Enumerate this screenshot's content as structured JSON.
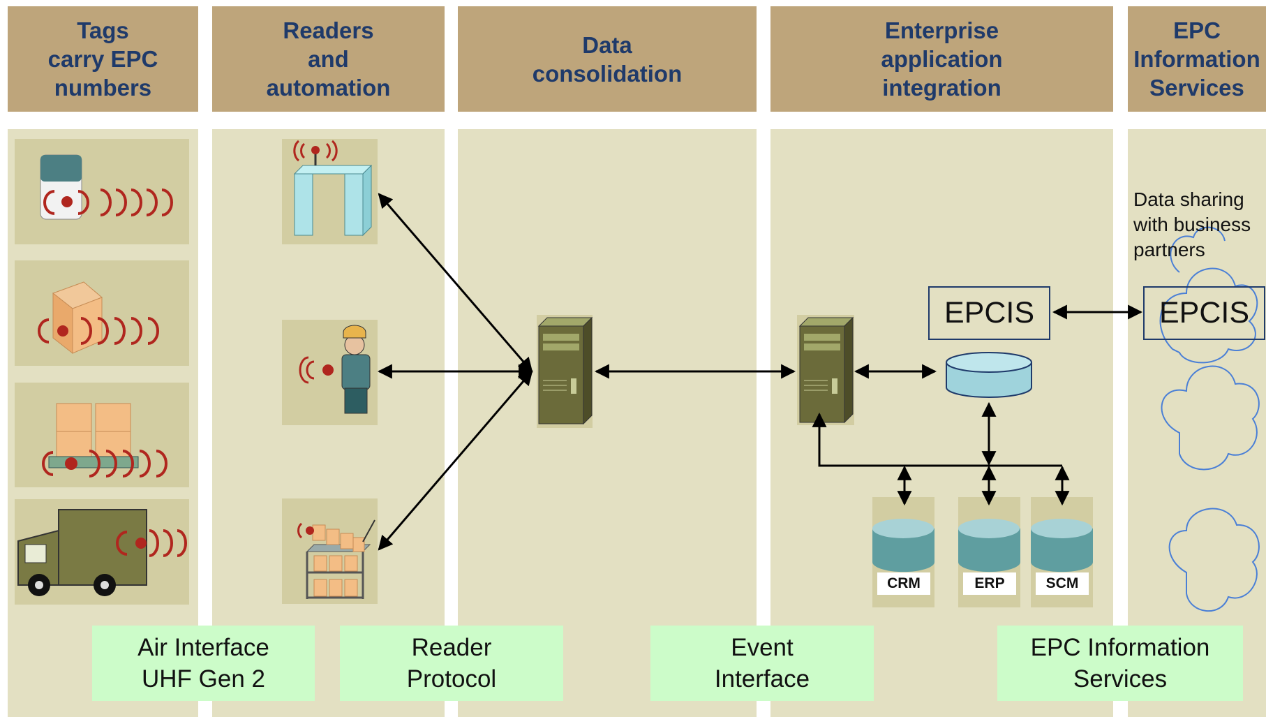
{
  "headers": [
    "Tags\ncarry EPC\nnumbers",
    "Readers\nand\nautomation",
    "Data\nconsolidation\n ",
    "Enterprise\napplication\nintegration",
    "EPC\nInformation\nServices"
  ],
  "sharing_note": "Data sharing\nwith business\npartners",
  "epcis_labels": [
    "EPCIS",
    "EPCIS"
  ],
  "databases": [
    "CRM",
    "ERP",
    "SCM"
  ],
  "protocols": [
    "Air Interface\nUHF Gen 2",
    "Reader\nProtocol",
    "Event\nInterface",
    "EPC Information\nServices"
  ],
  "icons": {
    "tags": [
      "can-tag-icon",
      "box-tag-icon",
      "pallet-tag-icon",
      "truck-tag-icon"
    ],
    "readers": [
      "portal-reader-icon",
      "handheld-reader-icon",
      "shelf-reader-icon"
    ],
    "servers": [
      "consolidation-server-icon",
      "integration-server-icon"
    ],
    "clouds": [
      "partner-cloud-icon"
    ]
  },
  "colors": {
    "header_bg": "#bea57b",
    "header_text": "#1f3a6a",
    "lane_bg": "#e3e0c2",
    "tile_bg": "#d2cda2",
    "protocol_bg": "#ccfcc9",
    "tag_red": "#b0261e",
    "db_teal": "#5f9ea0"
  }
}
